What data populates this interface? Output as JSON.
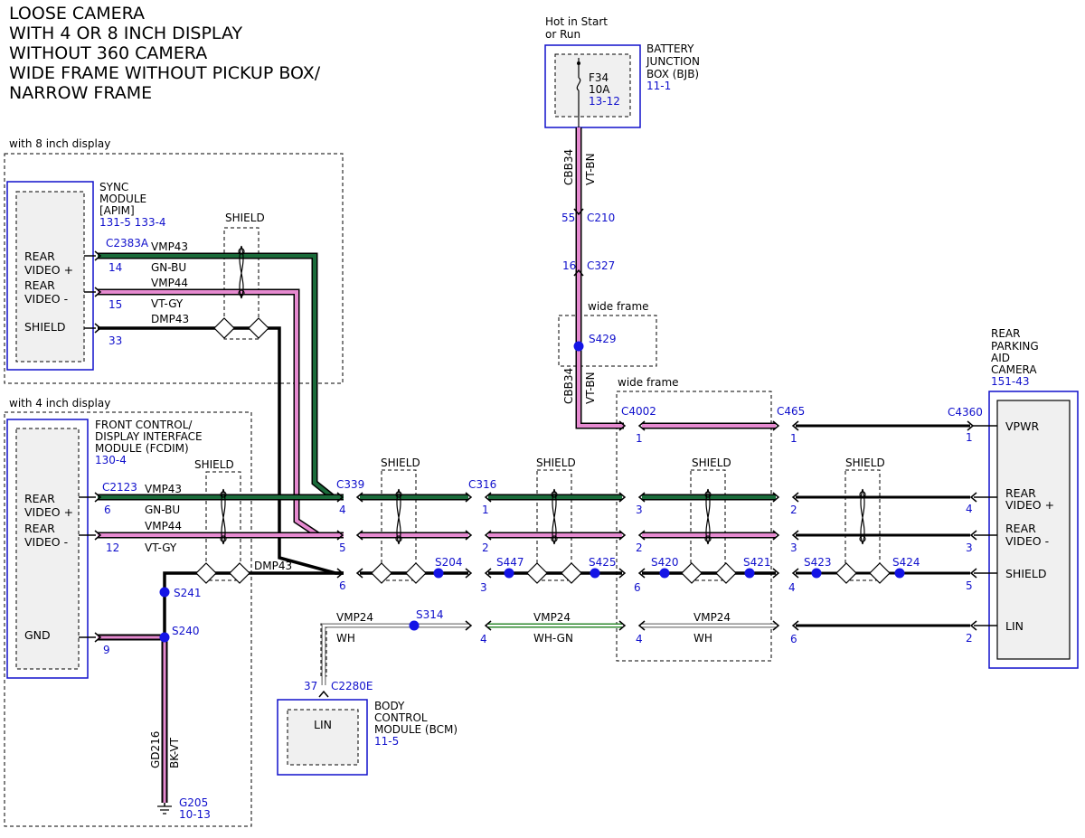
{
  "title": [
    "LOOSE CAMERA",
    "WITH 4 OR 8 INCH DISPLAY",
    "WITHOUT 360 CAMERA",
    "WIDE FRAME WITHOUT PICKUP BOX/",
    "NARROW FRAME"
  ],
  "colors": {
    "accent_blue": "#1010cc",
    "green_wire": "#1a6b3a",
    "pink_wire": "#e68ad0",
    "black_wire": "#000000",
    "box_fill": "#f0f0f0"
  },
  "sections": {
    "eight_inch": "with 8 inch display",
    "four_inch": "with 4 inch display",
    "wide_frame_a": "wide frame",
    "wide_frame_b": "wide frame"
  },
  "bjb": {
    "hot": [
      "Hot in Start",
      "or Run"
    ],
    "name": [
      "BATTERY",
      "JUNCTION",
      "BOX (BJB)"
    ],
    "ref": "11-1",
    "fuse": "F34",
    "amps": "10A",
    "fuse_ref": "13-12",
    "circuit": "CBB34",
    "color": "VT-BN"
  },
  "apim": {
    "name": [
      "SYNC",
      "MODULE",
      "[APIM]"
    ],
    "ref": "131-5 133-4",
    "pins": [
      "REAR",
      "VIDEO +",
      "REAR",
      "VIDEO -",
      "SHIELD"
    ],
    "connector": "C2383A",
    "pin_nums": [
      "14",
      "15",
      "33"
    ]
  },
  "fcdim": {
    "name": [
      "FRONT CONTROL/",
      "DISPLAY INTERFACE",
      "MODULE (FCDIM)"
    ],
    "ref": "130-4",
    "pins": [
      "REAR",
      "VIDEO +",
      "REAR",
      "VIDEO -",
      "GND"
    ],
    "connector": "C2123",
    "pin_nums": [
      "6",
      "12",
      "9"
    ]
  },
  "camera": {
    "name": [
      "REAR",
      "PARKING",
      "AID",
      "CAMERA"
    ],
    "ref": "151-43",
    "pins": [
      "VPWR",
      "REAR",
      "VIDEO +",
      "REAR",
      "VIDEO -",
      "SHIELD",
      "LIN"
    ],
    "connector": "C4360",
    "pin_nums": [
      "1",
      "4",
      "3",
      "5",
      "2"
    ]
  },
  "bcm": {
    "name": [
      "BODY",
      "CONTROL",
      "MODULE (BCM)"
    ],
    "ref": "11-5",
    "pin": "LIN",
    "connector": "C2280E",
    "pin_num": "37"
  },
  "wires": {
    "vmp43": "VMP43",
    "gnbu": "GN-BU",
    "vmp44": "VMP44",
    "vtgy": "VT-GY",
    "dmp43": "DMP43",
    "vmp24": "VMP24",
    "wh": "WH",
    "whgn": "WH-GN",
    "gd216": "GD216",
    "bkvt": "BK-VT",
    "shield": "SHIELD"
  },
  "connectors": {
    "c210": "C210",
    "c210_pin": "55",
    "c327": "C327",
    "c327_pin": "16",
    "c339": "C339",
    "c316": "C316",
    "c4002": "C4002",
    "c465": "C465",
    "c339_pins": [
      "4",
      "5",
      "6"
    ],
    "c316_pins": [
      "1",
      "2",
      "3",
      "4"
    ],
    "c4002_pins": [
      "1",
      "3",
      "2",
      "6",
      "4"
    ],
    "c465_pins": [
      "1",
      "2",
      "3",
      "4",
      "6"
    ]
  },
  "splices": {
    "s429": "S429",
    "s204": "S204",
    "s447": "S447",
    "s425": "S425",
    "s420": "S420",
    "s421": "S421",
    "s423": "S423",
    "s424": "S424",
    "s241": "S241",
    "s240": "S240",
    "s314": "S314"
  },
  "ground": {
    "name": "G205",
    "ref": "10-13"
  }
}
